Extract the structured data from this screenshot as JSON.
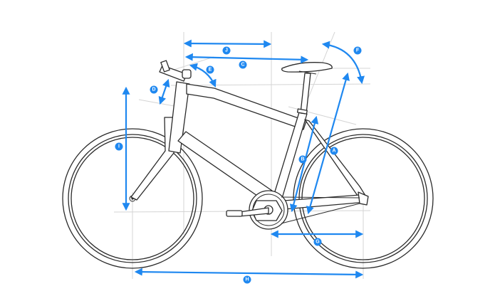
{
  "accent_color": "#1f88f0",
  "line_color": "#2b2b2b",
  "guide_color": "#d4d4d4",
  "dimensions": [
    {
      "letter": "A"
    },
    {
      "letter": "B"
    },
    {
      "letter": "C"
    },
    {
      "letter": "D"
    },
    {
      "letter": "E"
    },
    {
      "letter": "F"
    },
    {
      "letter": "G"
    },
    {
      "letter": "H"
    },
    {
      "letter": "I"
    },
    {
      "letter": "J"
    }
  ]
}
